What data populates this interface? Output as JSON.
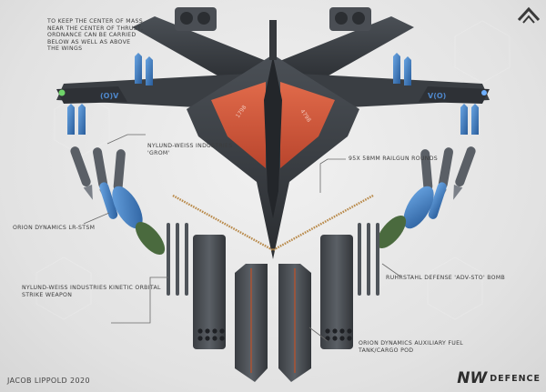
{
  "labels": {
    "center_of_mass_note": [
      "TO KEEP THE CENTER OF MASS",
      "NEAR THE CENTER OF THRUST,",
      "ORDNANCE CAN BE CARRIED",
      "BELOW AS WELL AS ABOVE",
      "THE WINGS"
    ],
    "grom": [
      "NYLUND-WEISS INDUSTRIES",
      "'GROM'"
    ],
    "railgun": "95X 58MM RAILGUN ROUNDS",
    "orion_stsm": "ORION DYNAMICS LR-STSM",
    "ruhrstahl": "RUHRSTAHL DEFENSE 'ADV-STO' BOMB",
    "kinetic": [
      "NYLUND-WEISS INDUSTRIES KINETIC ORBITAL",
      "STRIKE WEAPON"
    ],
    "fuel_tank": [
      "ORION DYNAMICS AUXILIARY FUEL",
      "TANK/CARGO POD"
    ]
  },
  "credit": "JACOB LIPPOLD 2020",
  "brand": {
    "mark": "NW",
    "text": "DEFENCE"
  },
  "colors": {
    "hull": "#3b3f44",
    "hull_dark": "#26292d",
    "accent_orange": "#d5573b",
    "missile_blue": "#3f7fc6",
    "bomb_green": "#4a6a3e",
    "nav_green": "#6fd36a",
    "label_text": "#3c3c3c"
  },
  "icons": [
    "chevron-up-logo-icon",
    "nw-brand-icon"
  ]
}
